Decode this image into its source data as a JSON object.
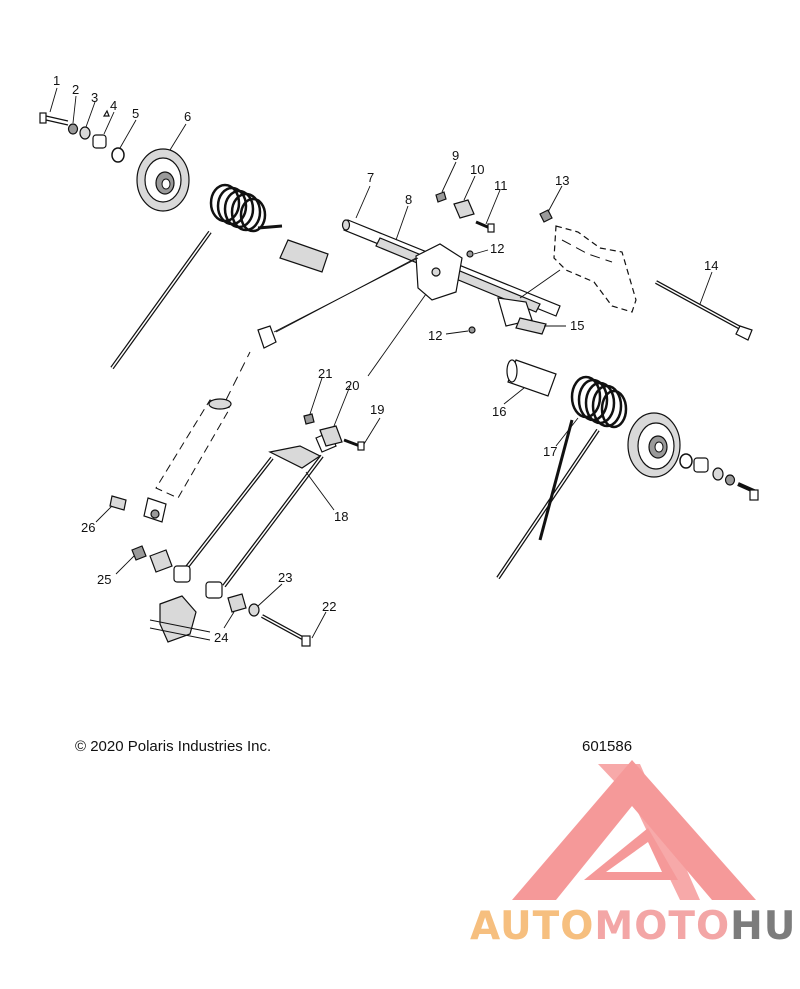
{
  "diagram": {
    "callouts": [
      "1",
      "2",
      "3",
      "4",
      "5",
      "6",
      "7",
      "8",
      "9",
      "10",
      "11",
      "12",
      "12",
      "13",
      "14",
      "15",
      "16",
      "17",
      "18",
      "19",
      "20",
      "21",
      "22",
      "23",
      "24",
      "25",
      "26"
    ]
  },
  "footer": {
    "copyright": "© 2020 Polaris Industries Inc.",
    "drawing_number": "601586"
  },
  "watermark": {
    "part1": "AUTO",
    "part2": "MOTO",
    "part3": "HUB"
  },
  "colors": {
    "watermark_red": "#f48f8f",
    "watermark_orange": "#f6bf7f",
    "watermark_gray": "#7c7c7c"
  }
}
